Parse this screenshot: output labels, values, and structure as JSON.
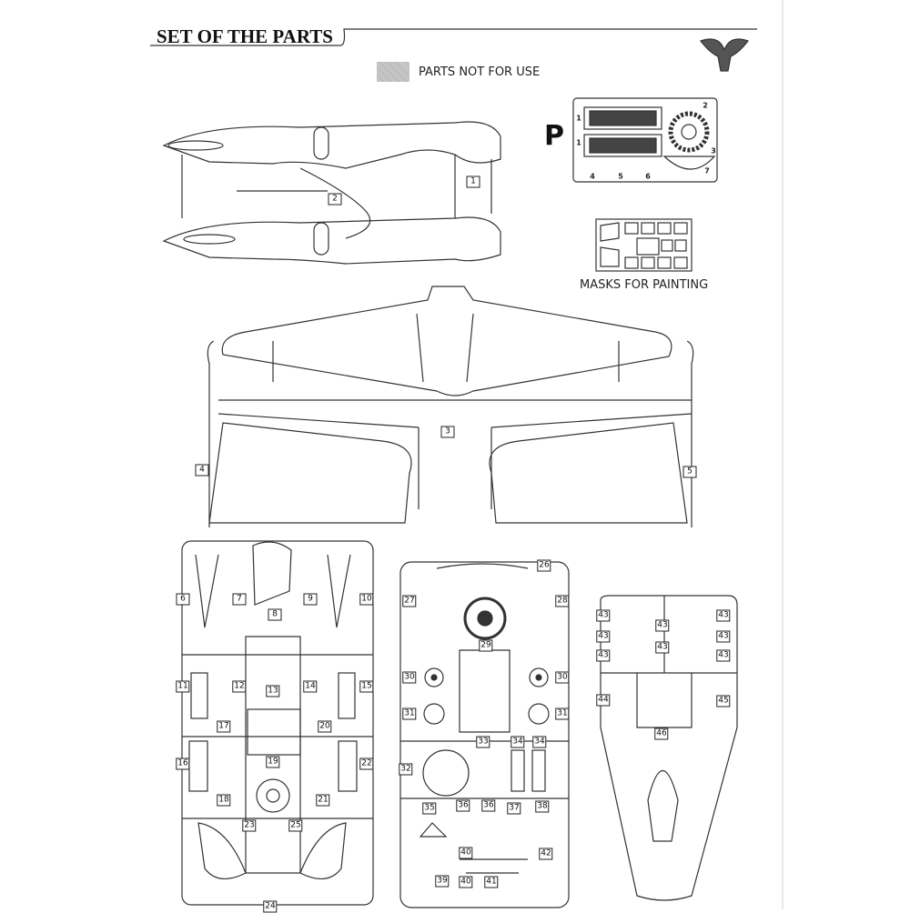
{
  "header": {
    "title": "SET OF THE PARTS",
    "legend_label": "PARTS NOT FOR USE"
  },
  "photoetch": {
    "letter": "P",
    "parts": [
      "1",
      "1",
      "2",
      "3",
      "4",
      "5",
      "6",
      "7"
    ]
  },
  "masks": {
    "label": "MASKS FOR PAINTING"
  },
  "part_labels": [
    "2",
    "1",
    "3",
    "4",
    "5",
    "6",
    "7",
    "8",
    "9",
    "10",
    "11",
    "12",
    "13",
    "14",
    "15",
    "17",
    "20",
    "16",
    "19",
    "22",
    "18",
    "21",
    "23",
    "25",
    "24",
    "26",
    "27",
    "28",
    "29",
    "30",
    "30",
    "31",
    "31",
    "33",
    "34",
    "34",
    "32",
    "35",
    "36",
    "36",
    "37",
    "38",
    "40",
    "42",
    "39",
    "40",
    "41",
    "43",
    "43",
    "43",
    "43",
    "43",
    "43",
    "43",
    "43",
    "44",
    "45",
    "46"
  ]
}
